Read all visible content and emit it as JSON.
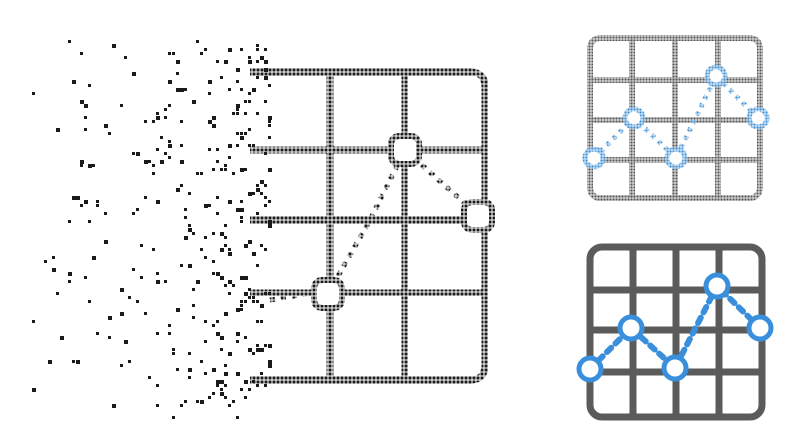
{
  "watermark": "",
  "icons": [
    {
      "name": "grid-chart-icon-pixelated",
      "style": "dotted-disintegrating",
      "color": "#1a1a1a"
    },
    {
      "name": "grid-chart-icon-halftone",
      "style": "halftone",
      "grid_color": "#555555",
      "line_color": "#3d8fd6"
    },
    {
      "name": "grid-chart-icon-flat",
      "style": "flat",
      "grid_color": "#555555",
      "line_color": "#3a8fdc"
    }
  ],
  "colors": {
    "dark": "#1a1a1a",
    "grid": "#5b5b5b",
    "accent": "#3a8fdc",
    "background": "#ffffff"
  }
}
